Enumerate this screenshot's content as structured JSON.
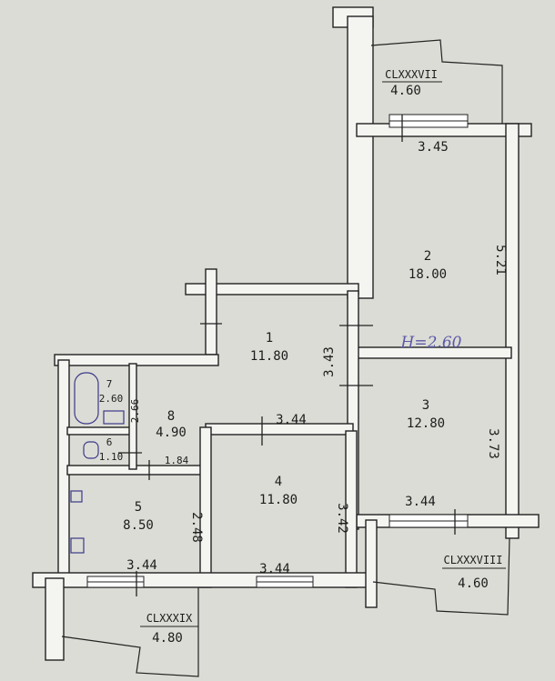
{
  "rooms": [
    {
      "number": "1",
      "area": "11.80"
    },
    {
      "number": "2",
      "area": "18.00"
    },
    {
      "number": "3",
      "area": "12.80"
    },
    {
      "number": "4",
      "area": "11.80"
    },
    {
      "number": "5",
      "area": "8.50"
    },
    {
      "number": "6",
      "area": "1.10"
    },
    {
      "number": "7",
      "area": "2.60"
    },
    {
      "number": "8",
      "area": "4.90"
    }
  ],
  "balconies": [
    {
      "code": "CLXXXVII",
      "area": "4.60"
    },
    {
      "code": "CLXXXVIII",
      "area": "4.60"
    },
    {
      "code": "CLXXXIX",
      "area": "4.80"
    }
  ],
  "dimensions": {
    "d_345": "3.45",
    "d_521": "5.21",
    "d_343": "3.43",
    "d_344_corridor": "3.44",
    "d_373": "3.73",
    "d_344_room3": "3.44",
    "d_342": "3.42",
    "d_344_room4": "3.44",
    "d_344_room5": "3.44",
    "d_248": "2.48",
    "d_184": "1.84",
    "d_266": "2.66"
  },
  "ceiling_height": "H=2.60",
  "colors": {
    "paper": "#dcdcd6",
    "wall": "#f4f4f1",
    "wall_line": "#222222",
    "ink": "#1c1c1c",
    "pen": "#5a59a8"
  }
}
